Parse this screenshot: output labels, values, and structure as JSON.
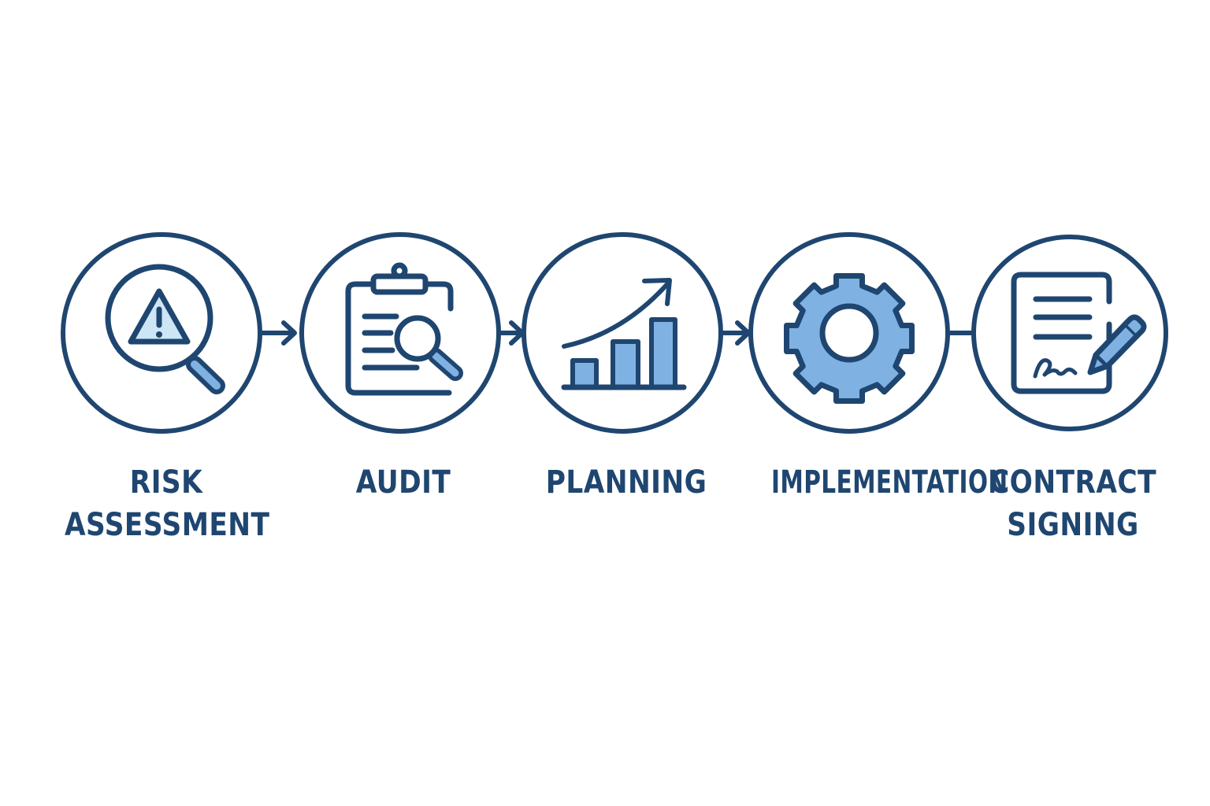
{
  "colors": {
    "stroke": "#1f4670",
    "fill_light": "#cde6f6",
    "fill_mid": "#7fb2e3",
    "background": "#ffffff"
  },
  "steps": [
    {
      "id": "risk-assessment",
      "lines": [
        "RISK",
        "ASSESSMENT"
      ],
      "icon": "magnifier-warning-icon"
    },
    {
      "id": "audit",
      "lines": [
        "AUDIT"
      ],
      "icon": "clipboard-search-icon"
    },
    {
      "id": "planning",
      "lines": [
        "PLANNING"
      ],
      "icon": "growth-chart-icon"
    },
    {
      "id": "implementation",
      "lines": [
        "IMPLEMENTATION"
      ],
      "icon": "gear-icon"
    },
    {
      "id": "contract-signing",
      "lines": [
        "CONTRACT",
        "SIGNING"
      ],
      "icon": "signed-document-icon"
    }
  ],
  "connectors": [
    {
      "from": "risk-assessment",
      "to": "audit",
      "style": "arrow"
    },
    {
      "from": "audit",
      "to": "planning",
      "style": "arrow"
    },
    {
      "from": "planning",
      "to": "implementation",
      "style": "arrow"
    },
    {
      "from": "implementation",
      "to": "contract-signing",
      "style": "line"
    }
  ]
}
